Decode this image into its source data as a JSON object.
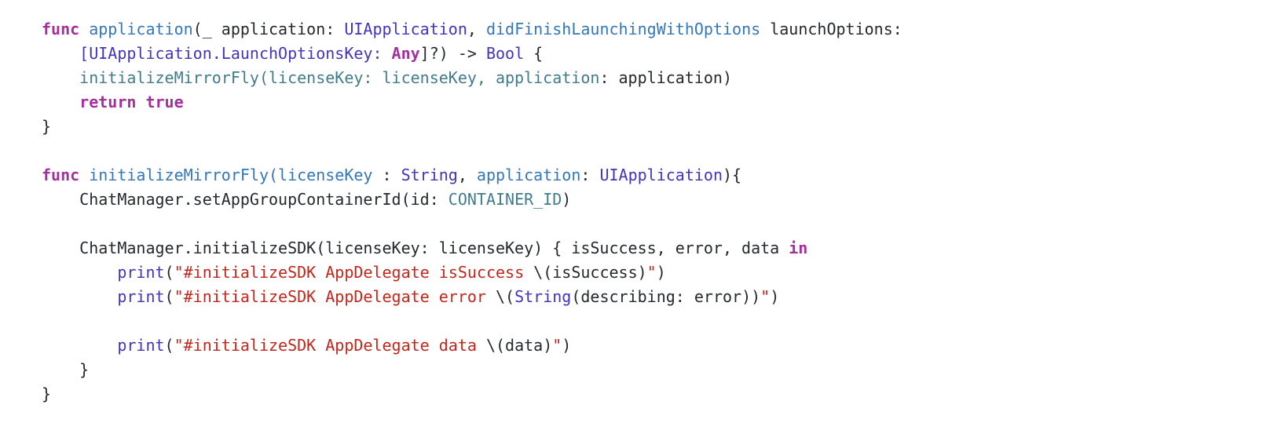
{
  "palette": {
    "background": "#ffffff",
    "plain": "#24292e",
    "keyword": "#a62f9e",
    "func": "#3577b8",
    "type": "#4433bd",
    "call": "#417c8d",
    "string": "#c2271d"
  },
  "code": {
    "language": "swift",
    "lines": [
      {
        "indent": 0,
        "segments": [
          {
            "text": "func",
            "color": "keyword",
            "bold": true
          },
          {
            "text": " ",
            "color": "plain"
          },
          {
            "text": "application",
            "color": "func"
          },
          {
            "text": "(_ application: ",
            "color": "plain"
          },
          {
            "text": "UIApplication",
            "color": "type"
          },
          {
            "text": ", ",
            "color": "plain"
          },
          {
            "text": "didFinishLaunchingWithOptions",
            "color": "func"
          },
          {
            "text": " launchOptions:",
            "color": "plain"
          }
        ]
      },
      {
        "indent": 1,
        "segments": [
          {
            "text": "[UIApplication.LaunchOptionsKey: ",
            "color": "type"
          },
          {
            "text": "Any",
            "color": "keyword",
            "bold": true
          },
          {
            "text": "]?) -> ",
            "color": "plain"
          },
          {
            "text": "Bool",
            "color": "type"
          },
          {
            "text": " {",
            "color": "plain"
          }
        ]
      },
      {
        "indent": 1,
        "segments": [
          {
            "text": "initializeMirrorFly(licenseKey: licenseKey, application",
            "color": "call"
          },
          {
            "text": ": application)",
            "color": "plain"
          }
        ]
      },
      {
        "indent": 1,
        "segments": [
          {
            "text": "return",
            "color": "keyword",
            "bold": true
          },
          {
            "text": " ",
            "color": "plain"
          },
          {
            "text": "true",
            "color": "keyword",
            "bold": true
          }
        ]
      },
      {
        "indent": 0,
        "segments": [
          {
            "text": "}",
            "color": "plain"
          }
        ]
      },
      {
        "indent": 0,
        "segments": []
      },
      {
        "indent": 0,
        "segments": [
          {
            "text": "func",
            "color": "keyword",
            "bold": true
          },
          {
            "text": " ",
            "color": "plain"
          },
          {
            "text": "initializeMirrorFly(licenseKey",
            "color": "func"
          },
          {
            "text": " : ",
            "color": "plain"
          },
          {
            "text": "String",
            "color": "type"
          },
          {
            "text": ", ",
            "color": "plain"
          },
          {
            "text": "application",
            "color": "func"
          },
          {
            "text": ": ",
            "color": "plain"
          },
          {
            "text": "UIApplication",
            "color": "type"
          },
          {
            "text": "){",
            "color": "plain"
          }
        ]
      },
      {
        "indent": 1,
        "segments": [
          {
            "text": "ChatManager.setAppGroupContainerId(id: ",
            "color": "plain"
          },
          {
            "text": "CONTAINER_ID",
            "color": "call"
          },
          {
            "text": ")",
            "color": "plain"
          }
        ]
      },
      {
        "indent": 0,
        "segments": []
      },
      {
        "indent": 1,
        "segments": [
          {
            "text": "ChatManager.initializeSDK(licenseKey: licenseKey) { isSuccess, error, data ",
            "color": "plain"
          },
          {
            "text": "in",
            "color": "keyword",
            "bold": true
          }
        ]
      },
      {
        "indent": 2,
        "segments": [
          {
            "text": "print",
            "color": "type"
          },
          {
            "text": "(",
            "color": "plain"
          },
          {
            "text": "\"#initializeSDK AppDelegate isSuccess ",
            "color": "string"
          },
          {
            "text": "\\(isSuccess)",
            "color": "plain"
          },
          {
            "text": "\"",
            "color": "string"
          },
          {
            "text": ")",
            "color": "plain"
          }
        ]
      },
      {
        "indent": 2,
        "segments": [
          {
            "text": "print",
            "color": "type"
          },
          {
            "text": "(",
            "color": "plain"
          },
          {
            "text": "\"#initializeSDK AppDelegate error ",
            "color": "string"
          },
          {
            "text": "\\(",
            "color": "plain"
          },
          {
            "text": "String",
            "color": "type"
          },
          {
            "text": "(describing: error))",
            "color": "plain"
          },
          {
            "text": "\"",
            "color": "string"
          },
          {
            "text": ")",
            "color": "plain"
          }
        ]
      },
      {
        "indent": 0,
        "segments": []
      },
      {
        "indent": 2,
        "segments": [
          {
            "text": "print",
            "color": "type"
          },
          {
            "text": "(",
            "color": "plain"
          },
          {
            "text": "\"#initializeSDK AppDelegate data ",
            "color": "string"
          },
          {
            "text": "\\(data)",
            "color": "plain"
          },
          {
            "text": "\"",
            "color": "string"
          },
          {
            "text": ")",
            "color": "plain"
          }
        ]
      },
      {
        "indent": 1,
        "segments": [
          {
            "text": "}",
            "color": "plain"
          }
        ]
      },
      {
        "indent": 0,
        "segments": [
          {
            "text": "}",
            "color": "plain"
          }
        ]
      }
    ]
  }
}
